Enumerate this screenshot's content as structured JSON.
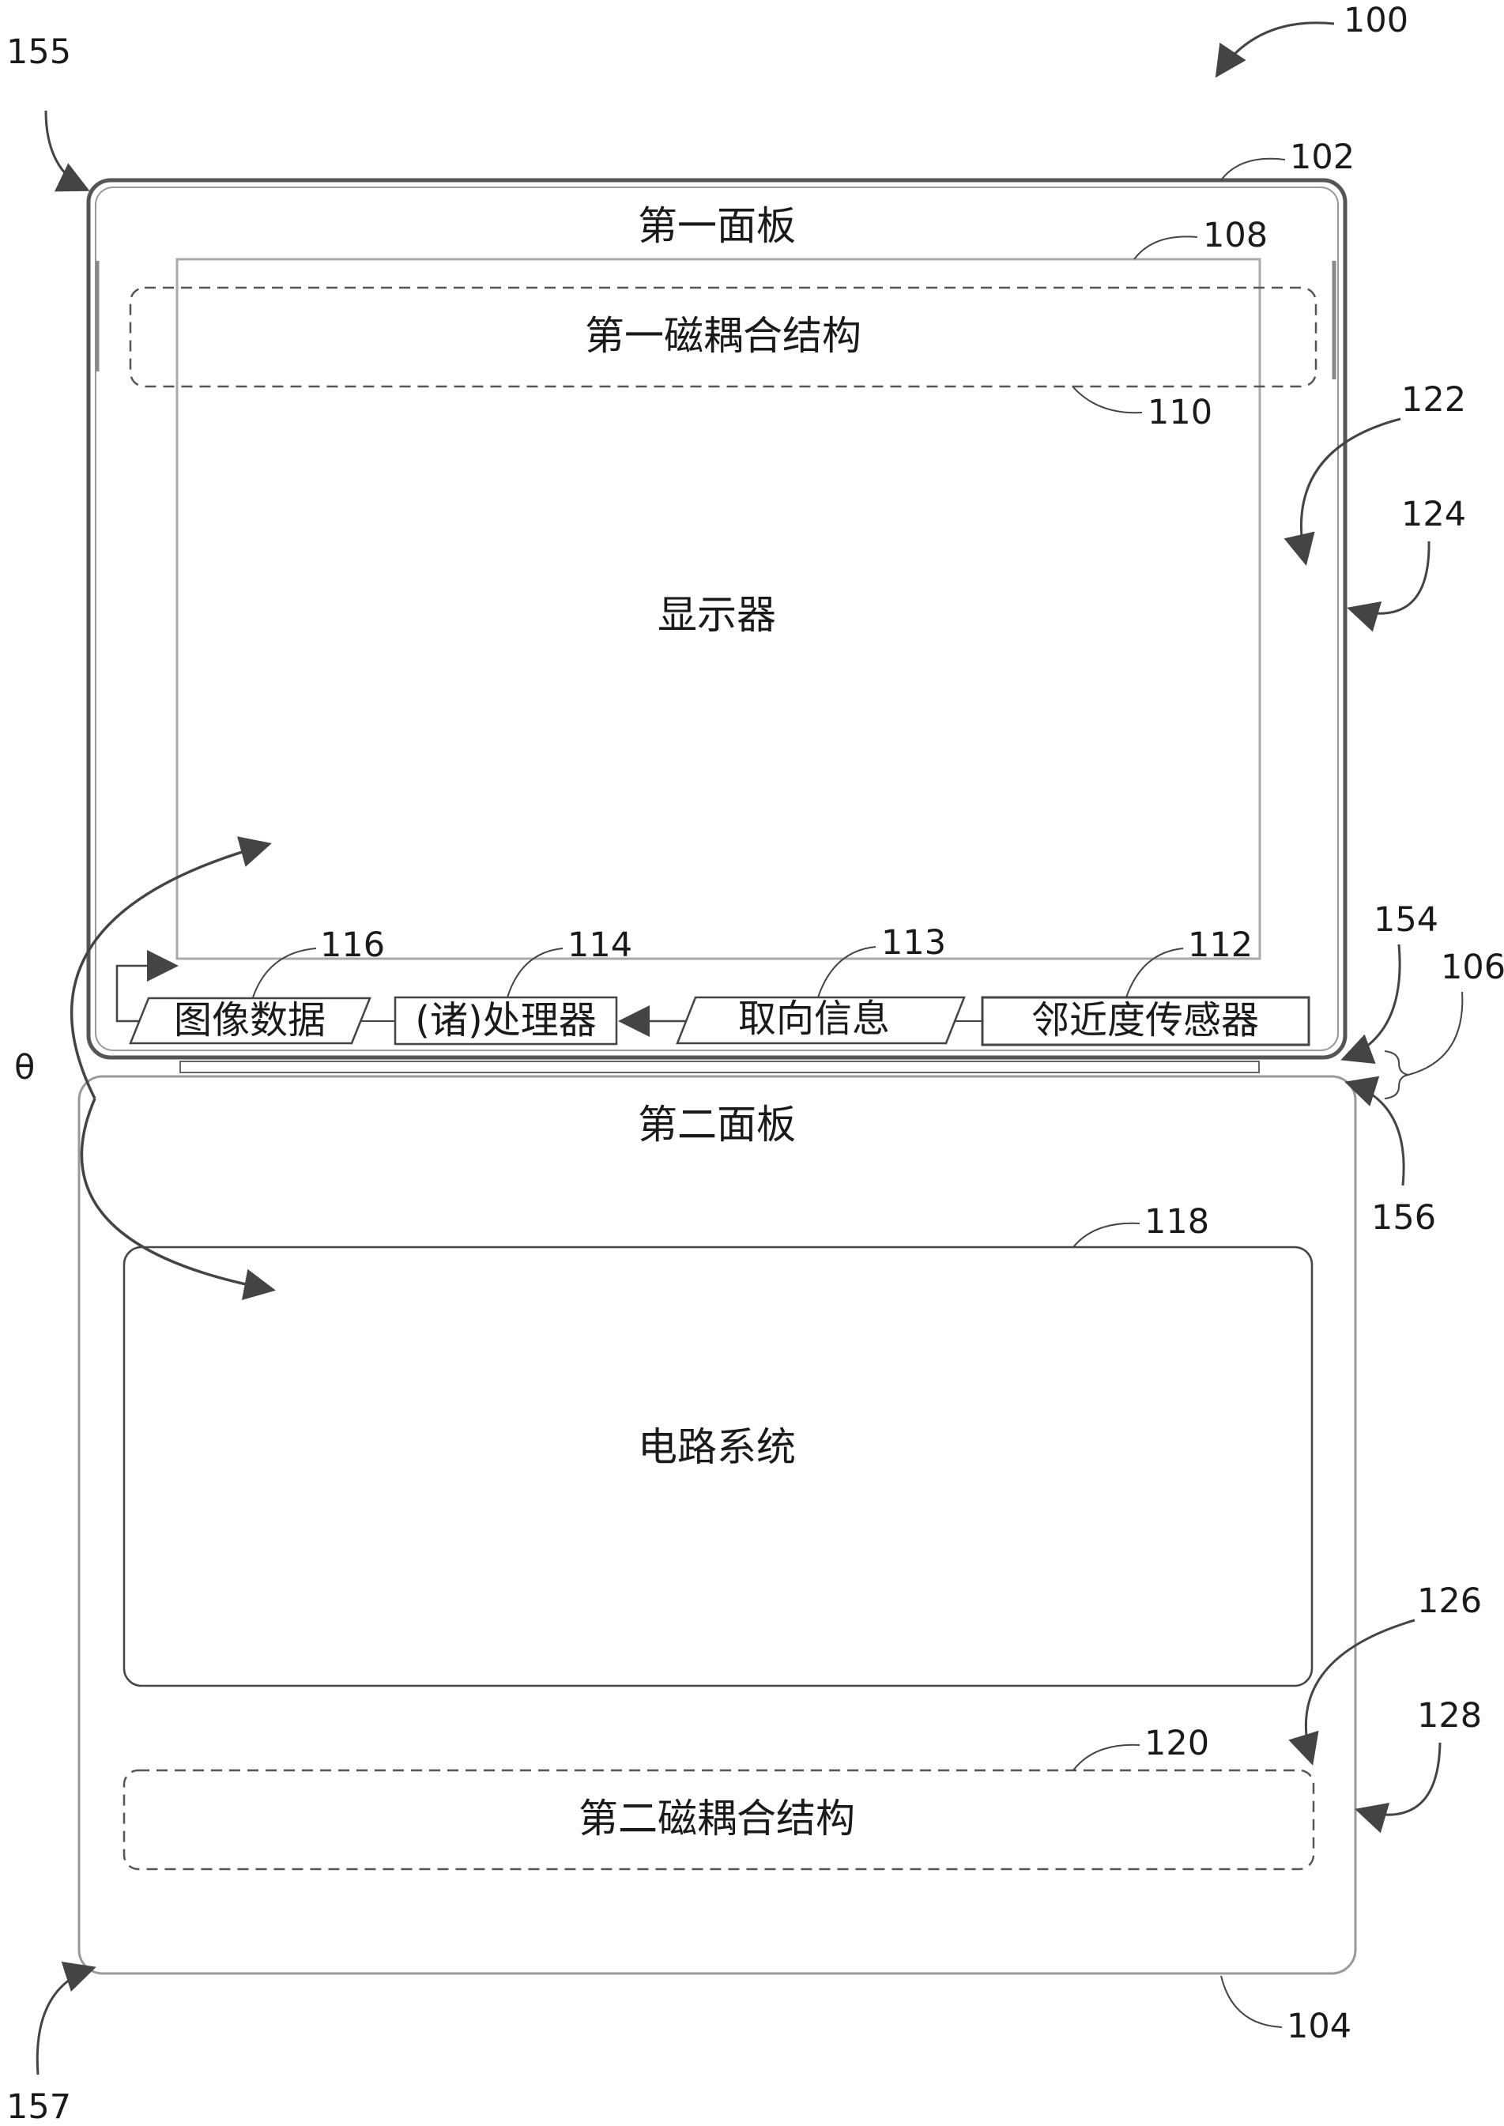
{
  "figure": {
    "refs": {
      "r100": "100",
      "r102": "102",
      "r104": "104",
      "r106": "106",
      "r108": "108",
      "r110": "110",
      "r112": "112",
      "r113": "113",
      "r114": "114",
      "r116": "116",
      "r118": "118",
      "r120": "120",
      "r122": "122",
      "r124": "124",
      "r126": "126",
      "r128": "128",
      "r154": "154",
      "r155": "155",
      "r156": "156",
      "r157": "157"
    },
    "angle_symbol": "θ",
    "first_panel": {
      "title": "第一面板",
      "magnetic_coupling": "第一磁耦合结构",
      "display": "显示器",
      "image_data": "图像数据",
      "processor": "(诸)处理器",
      "orientation_info": "取向信息",
      "proximity_sensor": "邻近度传感器"
    },
    "second_panel": {
      "title": "第二面板",
      "circuitry": "电路系统",
      "magnetic_coupling": "第二磁耦合结构"
    }
  }
}
